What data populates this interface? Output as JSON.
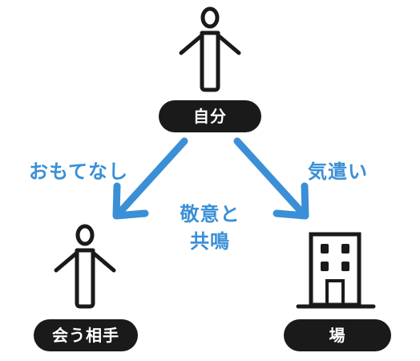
{
  "nodes": {
    "self": {
      "label": "自分"
    },
    "partner": {
      "label": "会う相手"
    },
    "place": {
      "label": "場"
    }
  },
  "edges": {
    "left": {
      "label": "おもてなし"
    },
    "right": {
      "label": "気遣い"
    }
  },
  "center": {
    "line1": "敬意と",
    "line2": "共鳴"
  },
  "colors": {
    "arrow": "#3a8fd6",
    "text_blue": "#3a8fd6",
    "pill": "#1a1a1a",
    "figure": "#1a1a1a"
  },
  "icons": [
    "person-icon",
    "person-icon",
    "building-icon"
  ]
}
